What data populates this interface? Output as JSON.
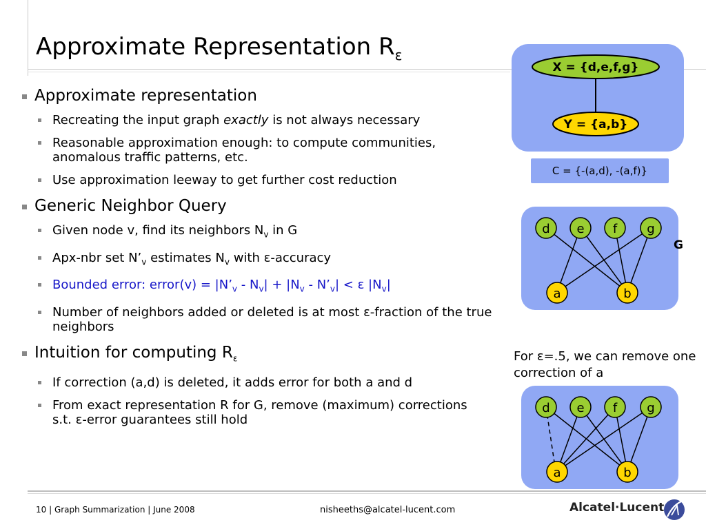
{
  "slide": {
    "title": "Approximate Representation R",
    "title_sub": "ε"
  },
  "bullets": {
    "b1": "Approximate representation",
    "b1_1_pre": "Recreating the input graph ",
    "b1_1_em": "exactly",
    "b1_1_post": " is not always necessary",
    "b1_2": "Reasonable approximation enough: to compute communities, anomalous traffic patterns, etc.",
    "b1_3": "Use approximation leeway to get further cost reduction",
    "b2": "Generic Neighbor Query",
    "b2_1_pre": "Given node v, find its neighbors N",
    "b2_1_sub": "v",
    "b2_1_post": " in G",
    "b2_2_a": "Apx-nbr set N’",
    "b2_2_sub1": "v",
    "b2_2_b": " estimates N",
    "b2_2_sub2": "v",
    "b2_2_c": " with ε-accuracy",
    "b2_3_a": "Bounded error: error(v) = |N’",
    "b2_3_s1": "v",
    "b2_3_b": " - N",
    "b2_3_s2": "v",
    "b2_3_c": "| + |N",
    "b2_3_s3": "v",
    "b2_3_d": " - N’",
    "b2_3_s4": "v",
    "b2_3_e": "| < ε |N",
    "b2_3_s5": "v",
    "b2_3_f": "|",
    "b2_4": "Number of neighbors added or deleted is at most ε-fraction of the true neighbors",
    "b3": "Intuition for computing R",
    "b3_sub": "ε",
    "b3_1": "If correction (a,d) is deleted, it adds error for both a and d",
    "b3_2": "From exact representation R for G, remove (maximum) corrections s.t. ε-error guarantees still hold"
  },
  "diagram": {
    "x_node": "X = {d,e,f,g}",
    "y_node": "Y = {a,b}",
    "corrections": "C = {-(a,d), -(a,f)}",
    "graph_label": "G",
    "note": "For ε=.5, we can remove one correction of a",
    "graph1_top": [
      "d",
      "e",
      "f",
      "g"
    ],
    "graph1_bottom": [
      "a",
      "b"
    ],
    "graph2_top": [
      "d",
      "e",
      "f",
      "g"
    ],
    "graph2_bottom": [
      "a",
      "b"
    ],
    "colors": {
      "panel": "#90a8f4",
      "top_node": "#9acd32",
      "bottom_node": "#ffd700",
      "accent_text": "#1616c8"
    }
  },
  "footer": {
    "left": "10 | Graph Summarization | June 2008",
    "email": "nisheeths@alcatel-lucent.com",
    "logo": "Alcatel·Lucent"
  }
}
